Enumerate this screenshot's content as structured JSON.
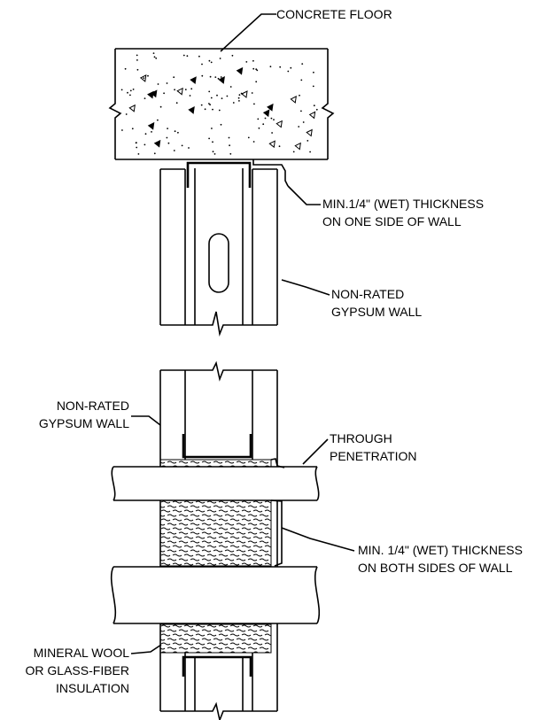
{
  "labels": {
    "concrete_floor": "CONCRETE FLOOR",
    "min_quarter_line1": "MIN.1/4\" (WET) THICKNESS",
    "min_quarter_line2": "ON ONE SIDE OF WALL",
    "non_rated_top_line1": "NON-RATED",
    "non_rated_top_line2": "GYPSUM WALL",
    "non_rated_bottom_line1": "NON-RATED",
    "non_rated_bottom_line2": "GYPSUM WALL",
    "through_line1": "THROUGH",
    "through_line2": "PENETRATION",
    "min_both_line1": "MIN. 1/4\" (WET) THICKNESS",
    "min_both_line2": "ON BOTH SIDES OF WALL",
    "mineral_line1": "MINERAL WOOL",
    "mineral_line2": "OR GLASS-FIBER",
    "mineral_line3": "INSULATION"
  },
  "colors": {
    "ink": "#000000",
    "background": "#ffffff"
  }
}
